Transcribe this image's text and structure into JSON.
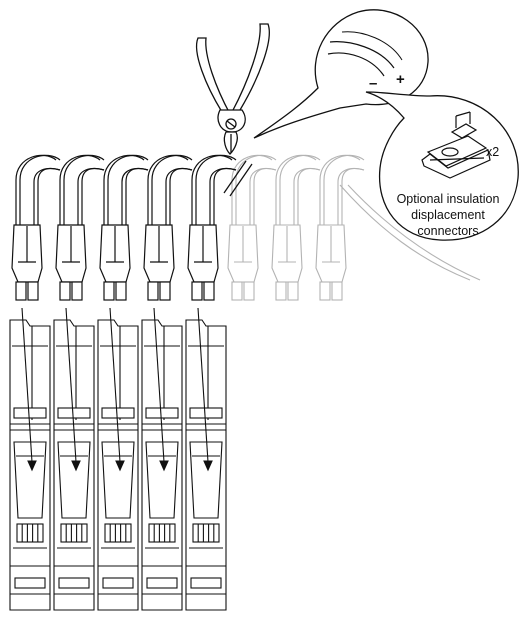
{
  "callout": {
    "polarity_minus": "–",
    "polarity_plus": "+",
    "quantity": "x2",
    "caption_lines": [
      "Optional insulation",
      "displacement",
      "connectors"
    ]
  },
  "colors": {
    "line": "#111111",
    "faded": "#b3b3b3",
    "background": "#ffffff"
  },
  "diagram": {
    "active_cables": 5,
    "faded_cables": 3,
    "modules": 5,
    "icons": [
      "side-cutter-pliers-icon",
      "cable-cut-mark-icon",
      "insulation-displacement-connector-icon",
      "insertion-arrow-icon"
    ]
  }
}
